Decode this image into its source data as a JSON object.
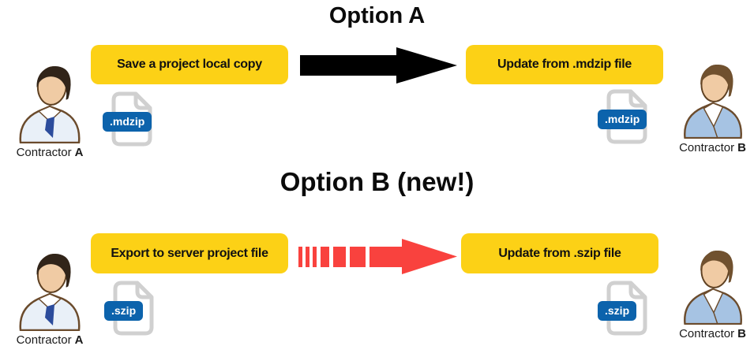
{
  "colors": {
    "highlight_yellow": "#fcd116",
    "arrow_black": "#000000",
    "arrow_red": "#f9423e",
    "badge_blue": "#0c63ac",
    "document_gray": "#d0d0d0"
  },
  "option_a": {
    "title": "Option A",
    "left_action": "Save a project local copy",
    "right_action": "Update from .mdzip file",
    "left_person": {
      "name": "Contractor",
      "letter": "A"
    },
    "right_person": {
      "name": "Contractor",
      "letter": "B"
    },
    "left_file": ".mdzip",
    "right_file": ".mdzip"
  },
  "option_b": {
    "title": "Option B (new!)",
    "left_action": "Export to server project file",
    "right_action": "Update from .szip file",
    "left_person": {
      "name": "Contractor",
      "letter": "A"
    },
    "right_person": {
      "name": "Contractor",
      "letter": "B"
    },
    "left_file": ".szip",
    "right_file": ".szip"
  }
}
